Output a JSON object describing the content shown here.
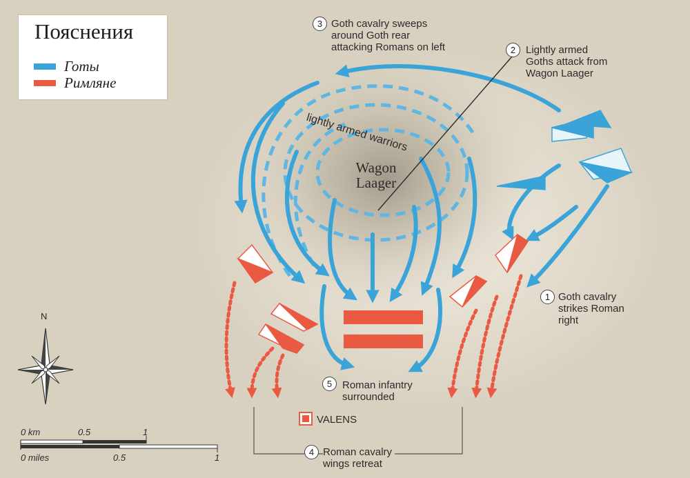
{
  "legend": {
    "title": "Пояснения",
    "items": [
      {
        "label": "Готы",
        "color": "#3aa3d8"
      },
      {
        "label": "Римляне",
        "color": "#ea5a43"
      }
    ]
  },
  "places": {
    "wagon_laager": [
      "Wagon",
      "Laager"
    ],
    "warriors": "lightly armed warriors"
  },
  "annotations": [
    {
      "number": "1",
      "lines": [
        "Goth cavalry",
        "strikes Roman",
        "right"
      ]
    },
    {
      "number": "2",
      "lines": [
        "Lightly armed",
        "Goths attack from",
        "Wagon Laager"
      ]
    },
    {
      "number": "3",
      "lines": [
        "Goth cavalry sweeps",
        "around Goth rear",
        "attacking Romans on left"
      ]
    },
    {
      "number": "4",
      "lines": [
        "Roman cavalry",
        "wings retreat"
      ]
    },
    {
      "number": "5",
      "lines": [
        "Roman infantry",
        "surrounded"
      ]
    }
  ],
  "valens": {
    "label": "VALENS"
  },
  "compass": {
    "north": "N"
  },
  "scale": {
    "km_ticks": [
      "0 km",
      "0.5",
      "1"
    ],
    "mile_ticks": [
      "0 miles",
      "0.5",
      "1"
    ]
  },
  "colors": {
    "goths": "#3aa3d8",
    "romans": "#ea5a43",
    "background": "#d9d1c0"
  }
}
